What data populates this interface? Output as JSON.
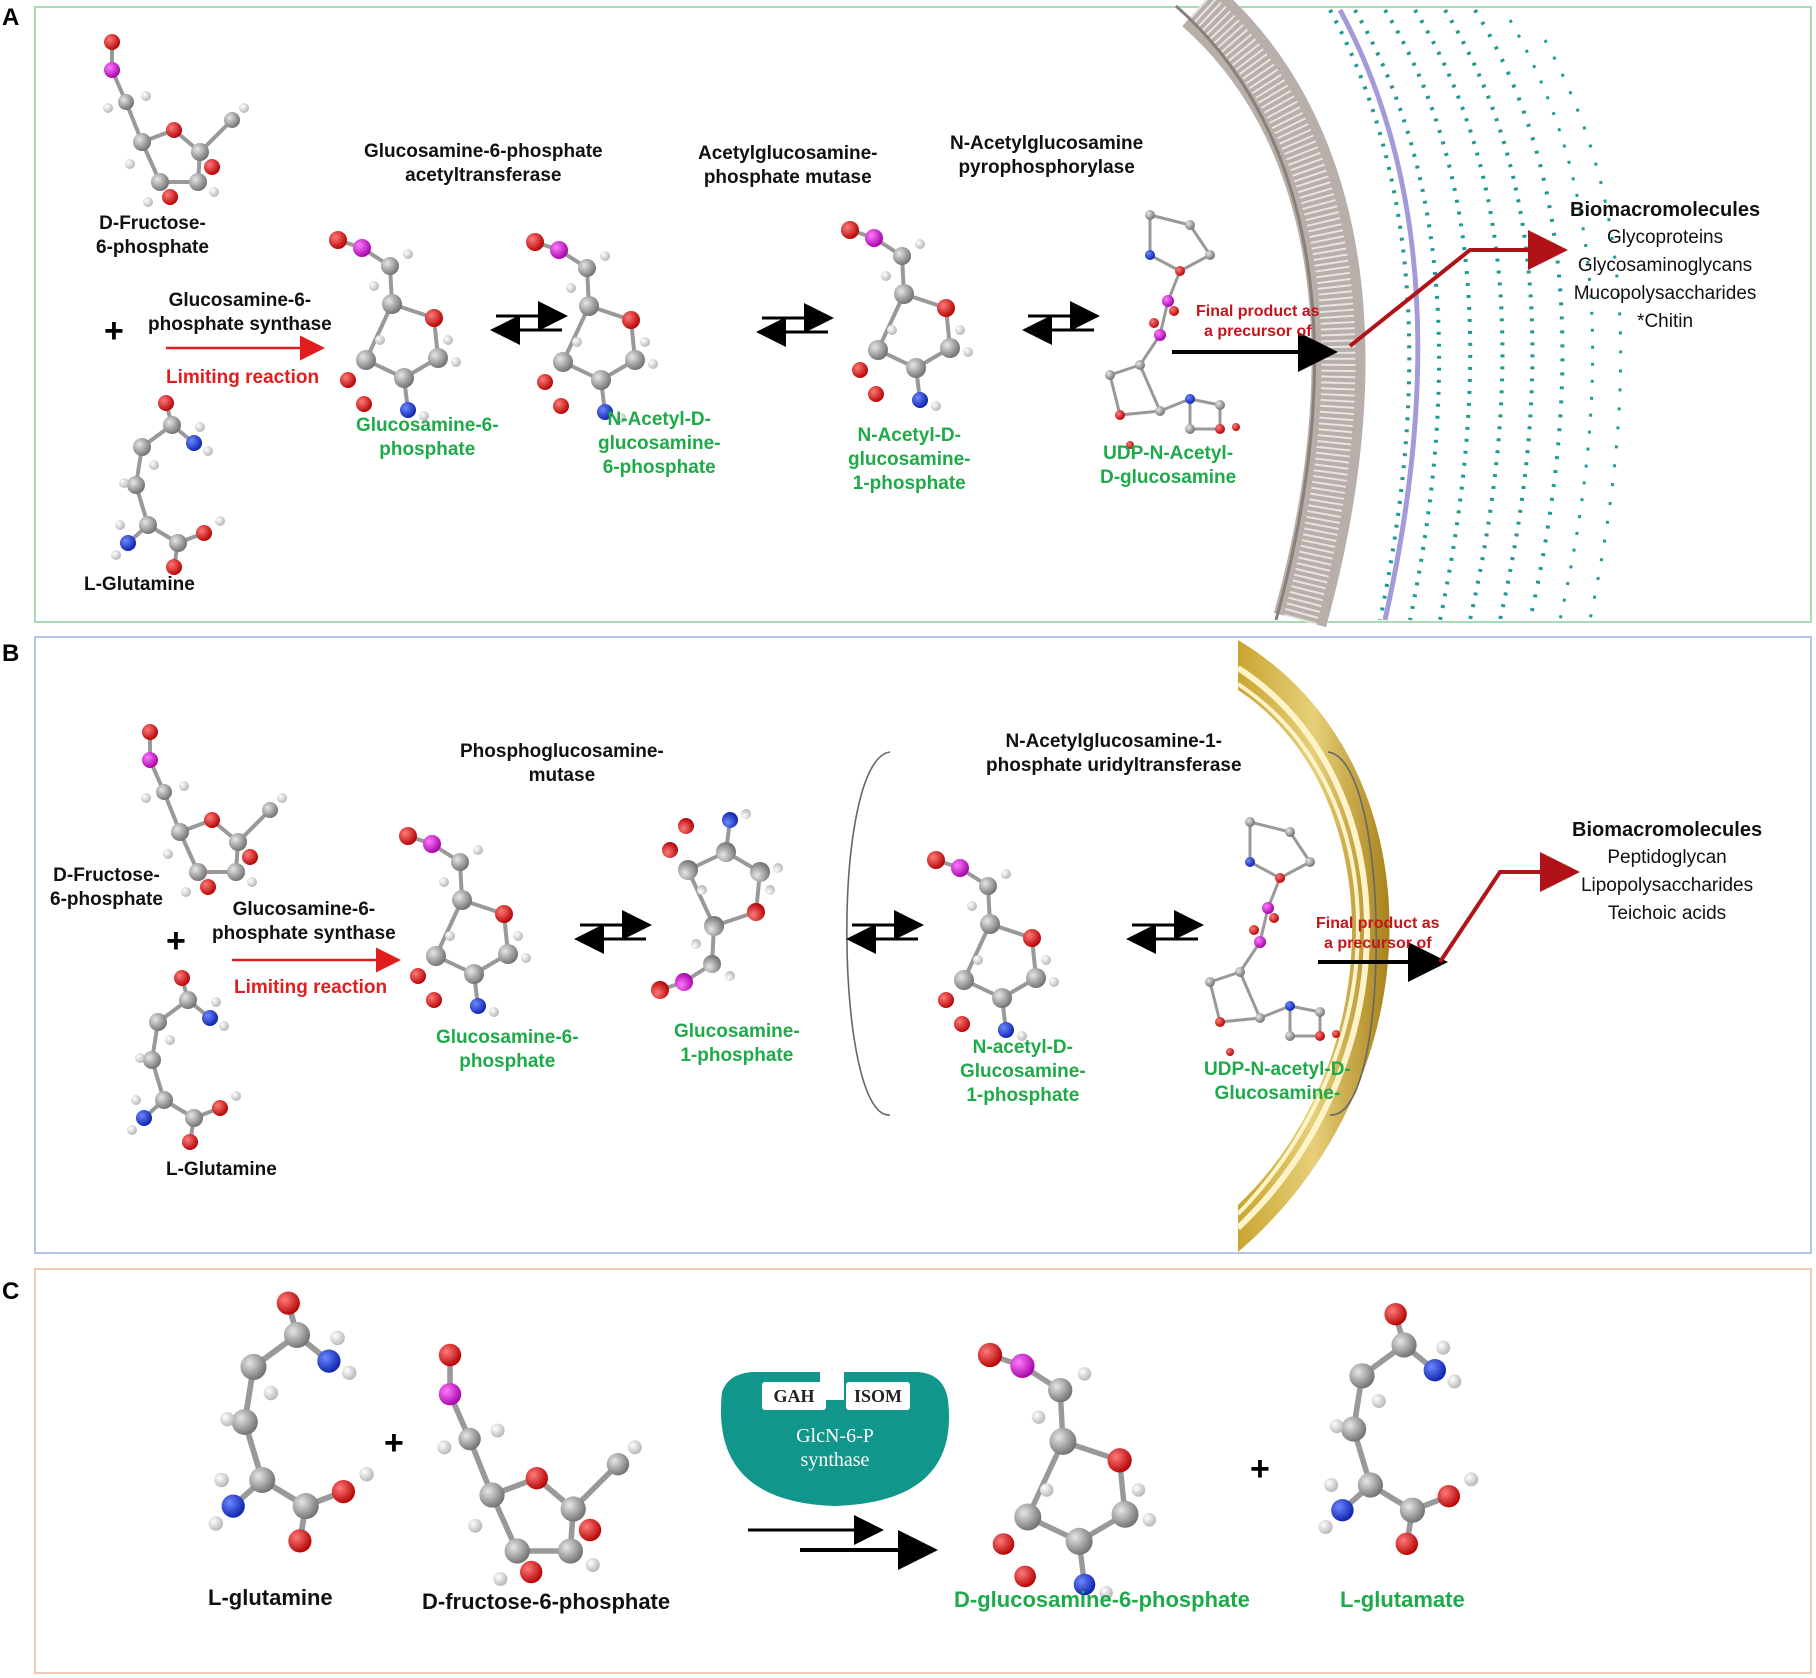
{
  "panels": {
    "A": {
      "letter": "A",
      "substrate1": [
        "D-Fructose-",
        "6-phosphate"
      ],
      "substrate2": "L-Glutamine",
      "enzyme0": [
        "Glucosamine-6-",
        "phosphate synthase"
      ],
      "limiting": "Limiting reaction",
      "enzyme1": [
        "Glucosamine-6-phosphate",
        "acetyltransferase"
      ],
      "enzyme2": [
        "Acetylglucosamine-",
        "phosphate mutase"
      ],
      "enzyme3": [
        "N-Acetylglucosamine",
        "pyrophosphorylase"
      ],
      "product1": [
        "Glucosamine-6-",
        "phosphate"
      ],
      "product2": [
        "N-Acetyl-D-",
        "glucosamine-",
        "6-phosphate"
      ],
      "product3": [
        "N-Acetyl-D-",
        "glucosamine-",
        "1-phosphate"
      ],
      "product4": [
        "UDP-N-Acetyl-",
        "D-glucosamine"
      ],
      "final": [
        "Final product as",
        "a precursor of"
      ],
      "bio_head": "Biomacromolecules",
      "bio_items": [
        "Glycoproteins",
        "Glycosaminoglycans",
        "Mucopolysaccharides",
        "*Chitin"
      ]
    },
    "B": {
      "letter": "B",
      "substrate1": [
        "D-Fructose-",
        "6-phosphate"
      ],
      "substrate2": "L-Glutamine",
      "enzyme0": [
        "Glucosamine-6-",
        "phosphate synthase"
      ],
      "limiting": "Limiting reaction",
      "enzyme1": [
        "Phosphoglucosamine-",
        "mutase"
      ],
      "enzyme2": [
        "N-Acetylglucosamine-1-",
        "phosphate uridyltransferase"
      ],
      "product1": [
        "Glucosamine-6-",
        "phosphate"
      ],
      "product2": [
        "Glucosamine-",
        "1-phosphate"
      ],
      "product3": [
        "N-acetyl-D-",
        "Glucosamine-",
        "1-phosphate"
      ],
      "product4": [
        "UDP-N-acetyl-D-",
        "Glucosamine-"
      ],
      "final": [
        "Final product as",
        "a precursor of"
      ],
      "bio_head": "Biomacromolecules",
      "bio_items": [
        "Peptidoglycan",
        "Lipopolysaccharides",
        "Teichoic acids"
      ]
    },
    "C": {
      "letter": "C",
      "reactant1": "L-glutamine",
      "reactant2": "D-fructose-6-phosphate",
      "enzyme_domains": [
        "GAH",
        "ISOM"
      ],
      "enzyme_name": [
        "GlcN-6-P",
        "synthase"
      ],
      "product1": "D-glucosamine-6-phosphate",
      "product2": "L-glutamate"
    }
  },
  "colors": {
    "panelA_border": "#a8dcb6",
    "panelB_border": "#b3c3ea",
    "panelC_border": "#f2c7b6",
    "product_green": "#1faa4a",
    "limiting_red": "#e21d1d",
    "arrow_darkred": "#b01218",
    "enzyme_teal": "#10968a"
  }
}
